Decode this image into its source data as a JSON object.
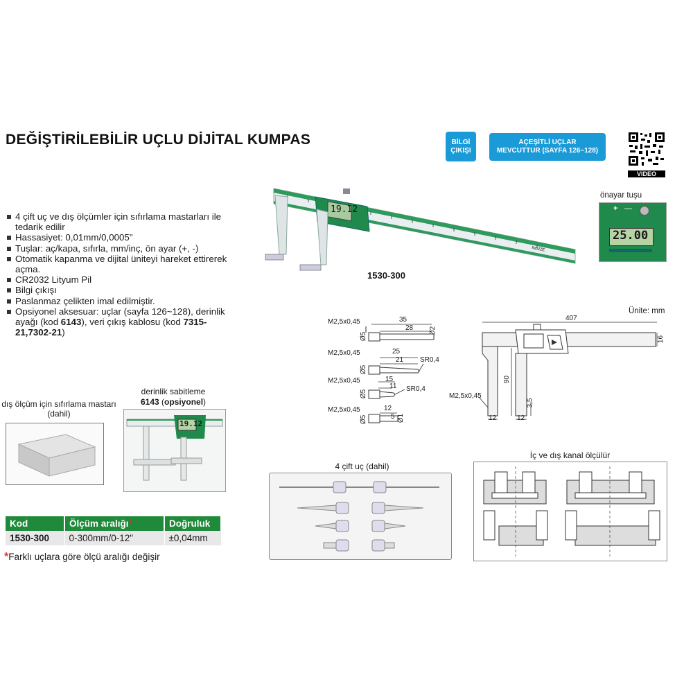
{
  "title": "DEĞİŞTİRİLEBİLİR UÇLU DİJİTAL KUMPAS",
  "badges": {
    "bilgi_line1": "BİLGİ",
    "bilgi_line2": "ÇIKIŞI",
    "tips_line1": "AÇEŞİTLİ UÇLAR",
    "tips_line2": "MEVCUTTUR (SAYFA 126~128)"
  },
  "qr_label": "VIDEO",
  "features": [
    "4 çift uç ve dış ölçümler için sıfırlama mastarları ile tedarik edilir",
    "Hassasiyet: 0,01mm/0,0005\"",
    "Tuşlar: aç/kapa, sıfırla, mm/inç, ön ayar (+, -)",
    "Otomatik kapanma ve dijital üniteyi hareket ettirerek açma.",
    "CR2032 Lityum Pil",
    "Bilgi çıkışı",
    "Paslanmaz çelikten imal edilmiştir."
  ],
  "feature_last": {
    "t1": "Opsiyonel aksesuar: uçlar (sayfa 126~128), derinlik ayağı (kod ",
    "b1": "6143",
    "t2": "), veri çıkış kablosu (kod ",
    "b2": "7315-21,7302-21",
    "t3": ")"
  },
  "product": {
    "model": "1530-300",
    "display_value": "19.12",
    "brand_mark": "INSIZE"
  },
  "onayar": {
    "label": "önayar tuşu",
    "display_value": "25.00",
    "plus": "+",
    "minus": "—"
  },
  "unit_note": "Ünite: mm",
  "tips_dims": [
    {
      "thread": "M2,5x0,45",
      "d1": "35",
      "d2": "28",
      "dia": "Ø2",
      "shank": "Ø5"
    },
    {
      "thread": "M2,5x0,45",
      "d1": "25",
      "d2": "21",
      "sr": "SR0,4",
      "shank": "Ø5"
    },
    {
      "thread": "M2,5x0,45",
      "d1": "15",
      "d2": "11",
      "sr": "SR0,4",
      "shank": "Ø5"
    },
    {
      "thread": "M2,5x0,45",
      "d1": "12",
      "d2": "5",
      "dia": "Ø1",
      "shank": "Ø5"
    }
  ],
  "caliper_dims": {
    "length": "407",
    "height": "16",
    "jaw": "90",
    "tip": "3,5",
    "w1": "12",
    "w2": "12",
    "thread": "M2,5x0,45"
  },
  "setting_master": {
    "caption": "dış ölçüm için sıfırlama mastarı (dahil)"
  },
  "depth": {
    "caption1": "derinlik sabitleme",
    "code": "6143",
    "opt": "opsiyonel",
    "display_value": "19.12"
  },
  "tips_box": {
    "caption": "4 çift uç (dahil)"
  },
  "groove_box": {
    "caption": "İç ve dış kanal ölçülür"
  },
  "table": {
    "headers": [
      "Kod",
      "Ölçüm aralığı",
      "Doğruluk"
    ],
    "header_mark": "*",
    "rows": [
      [
        "1530-300",
        "0-300mm/0-12\"",
        "±0,04mm"
      ]
    ]
  },
  "footnote": {
    "mark": "*",
    "text": "Farklı uçlara göre ölçü aralığı değişir"
  },
  "colors": {
    "accent_green": "#1e8a3a",
    "badge_blue": "#1a9ad6"
  }
}
